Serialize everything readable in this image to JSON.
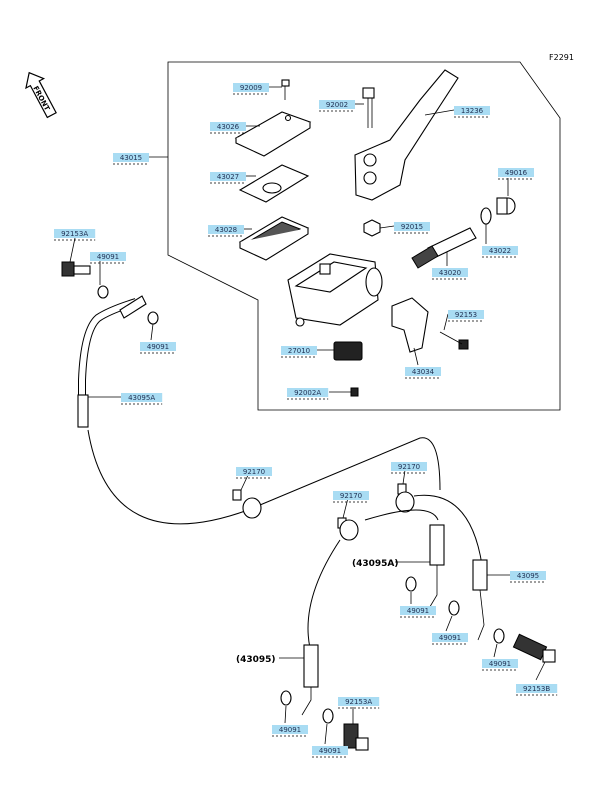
{
  "diagram_code": "F2291",
  "front_label": "FRONT",
  "parts": [
    {
      "id": "p-92009",
      "number": "92009"
    },
    {
      "id": "p-43026",
      "number": "43026"
    },
    {
      "id": "p-43027",
      "number": "43027"
    },
    {
      "id": "p-43028",
      "number": "43028"
    },
    {
      "id": "p-43015",
      "number": "43015"
    },
    {
      "id": "p-92002",
      "number": "92002"
    },
    {
      "id": "p-13236",
      "number": "13236"
    },
    {
      "id": "p-49016",
      "number": "49016"
    },
    {
      "id": "p-92015",
      "number": "92015"
    },
    {
      "id": "p-43022",
      "number": "43022"
    },
    {
      "id": "p-43020",
      "number": "43020"
    },
    {
      "id": "p-92153A-top",
      "number": "92153A"
    },
    {
      "id": "p-49091-a",
      "number": "49091"
    },
    {
      "id": "p-49091-b",
      "number": "49091"
    },
    {
      "id": "p-92153",
      "number": "92153"
    },
    {
      "id": "p-27010",
      "number": "27010"
    },
    {
      "id": "p-43034",
      "number": "43034"
    },
    {
      "id": "p-92002A",
      "number": "92002A"
    },
    {
      "id": "p-43095A",
      "number": "43095A"
    },
    {
      "id": "p-92170-a",
      "number": "92170"
    },
    {
      "id": "p-92170-b",
      "number": "92170"
    },
    {
      "id": "p-92170-c",
      "number": "92170"
    },
    {
      "id": "p-43095",
      "number": "43095"
    },
    {
      "id": "p-49091-c",
      "number": "49091"
    },
    {
      "id": "p-49091-d",
      "number": "49091"
    },
    {
      "id": "p-49091-e",
      "number": "49091"
    },
    {
      "id": "p-92153B",
      "number": "92153B"
    },
    {
      "id": "p-49091-f",
      "number": "49091"
    },
    {
      "id": "p-49091-g",
      "number": "49091"
    },
    {
      "id": "p-92153A-bot",
      "number": "92153A"
    }
  ],
  "ref_labels": {
    "ref_43095A": "(43095A)",
    "ref_43095": "(43095)"
  }
}
